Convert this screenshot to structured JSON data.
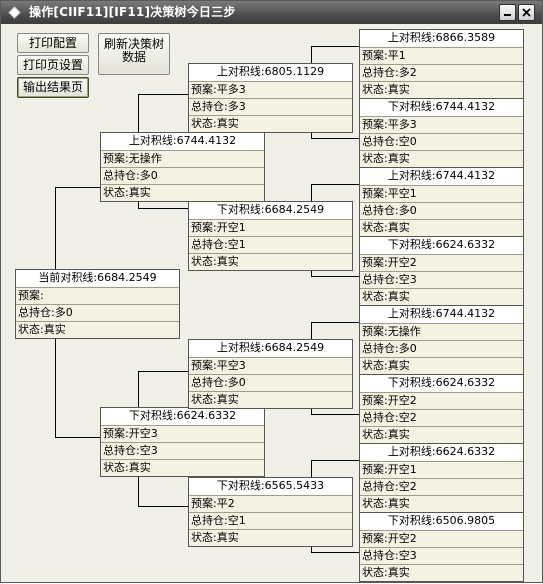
{
  "window": {
    "title": "操作[CIIF11][IF11]决策树今日三步"
  },
  "buttons": {
    "print_config": "打印配置",
    "print_page_setup": "打印页设置",
    "export_result": "输出结果页",
    "refresh_line1": "刷新决策树",
    "refresh_line2": "数据"
  },
  "nodes": [
    {
      "id": "root",
      "head": "当前对积线:6684.2549",
      "plan": "预案:",
      "position": "总持仓:多0",
      "status": "状态:真实"
    },
    {
      "id": "l1-up",
      "head": "上对积线:6744.4132",
      "plan": "预案:无操作",
      "position": "总持仓:多0",
      "status": "状态:真实"
    },
    {
      "id": "l1-down",
      "head": "下对积线:6624.6332",
      "plan": "预案:开空3",
      "position": "总持仓:空3",
      "status": "状态:真实"
    },
    {
      "id": "l2-uu",
      "head": "上对积线:6805.1129",
      "plan": "预案:平多3",
      "position": "总持仓:多3",
      "status": "状态:真实"
    },
    {
      "id": "l2-ud",
      "head": "下对积线:6684.2549",
      "plan": "预案:开空1",
      "position": "总持仓:空1",
      "status": "状态:真实"
    },
    {
      "id": "l2-du",
      "head": "上对积线:6684.2549",
      "plan": "预案:平空3",
      "position": "总持仓:多0",
      "status": "状态:真实"
    },
    {
      "id": "l2-dd",
      "head": "下对积线:6565.5433",
      "plan": "预案:平2",
      "position": "总持仓:空1",
      "status": "状态:真实"
    },
    {
      "id": "l3-1",
      "head": "上对积线:6866.3589",
      "plan": "预案:平1",
      "position": "总持仓:多2",
      "status": "状态:真实"
    },
    {
      "id": "l3-2",
      "head": "下对积线:6744.4132",
      "plan": "预案:平多3",
      "position": "总持仓:空0",
      "status": "状态:真实"
    },
    {
      "id": "l3-3",
      "head": "上对积线:6744.4132",
      "plan": "预案:平空1",
      "position": "总持仓:多0",
      "status": "状态:真实"
    },
    {
      "id": "l3-4",
      "head": "下对积线:6624.6332",
      "plan": "预案:开空2",
      "position": "总持仓:空3",
      "status": "状态:真实"
    },
    {
      "id": "l3-5",
      "head": "上对积线:6744.4132",
      "plan": "预案:无操作",
      "position": "总持仓:多0",
      "status": "状态:真实"
    },
    {
      "id": "l3-6",
      "head": "下对积线:6624.6332",
      "plan": "预案:开空2",
      "position": "总持仓:空2",
      "status": "状态:真实"
    },
    {
      "id": "l3-7",
      "head": "上对积线:6624.6332",
      "plan": "预案:开空1",
      "position": "总持仓:空2",
      "status": "状态:真实"
    },
    {
      "id": "l3-8",
      "head": "下对积线:6506.9805",
      "plan": "预案:开空2",
      "position": "总持仓:空3",
      "status": "状态:真实"
    }
  ],
  "icons": {
    "title": "diamond-icon",
    "minimize": "minimize-icon",
    "close": "close-icon"
  }
}
